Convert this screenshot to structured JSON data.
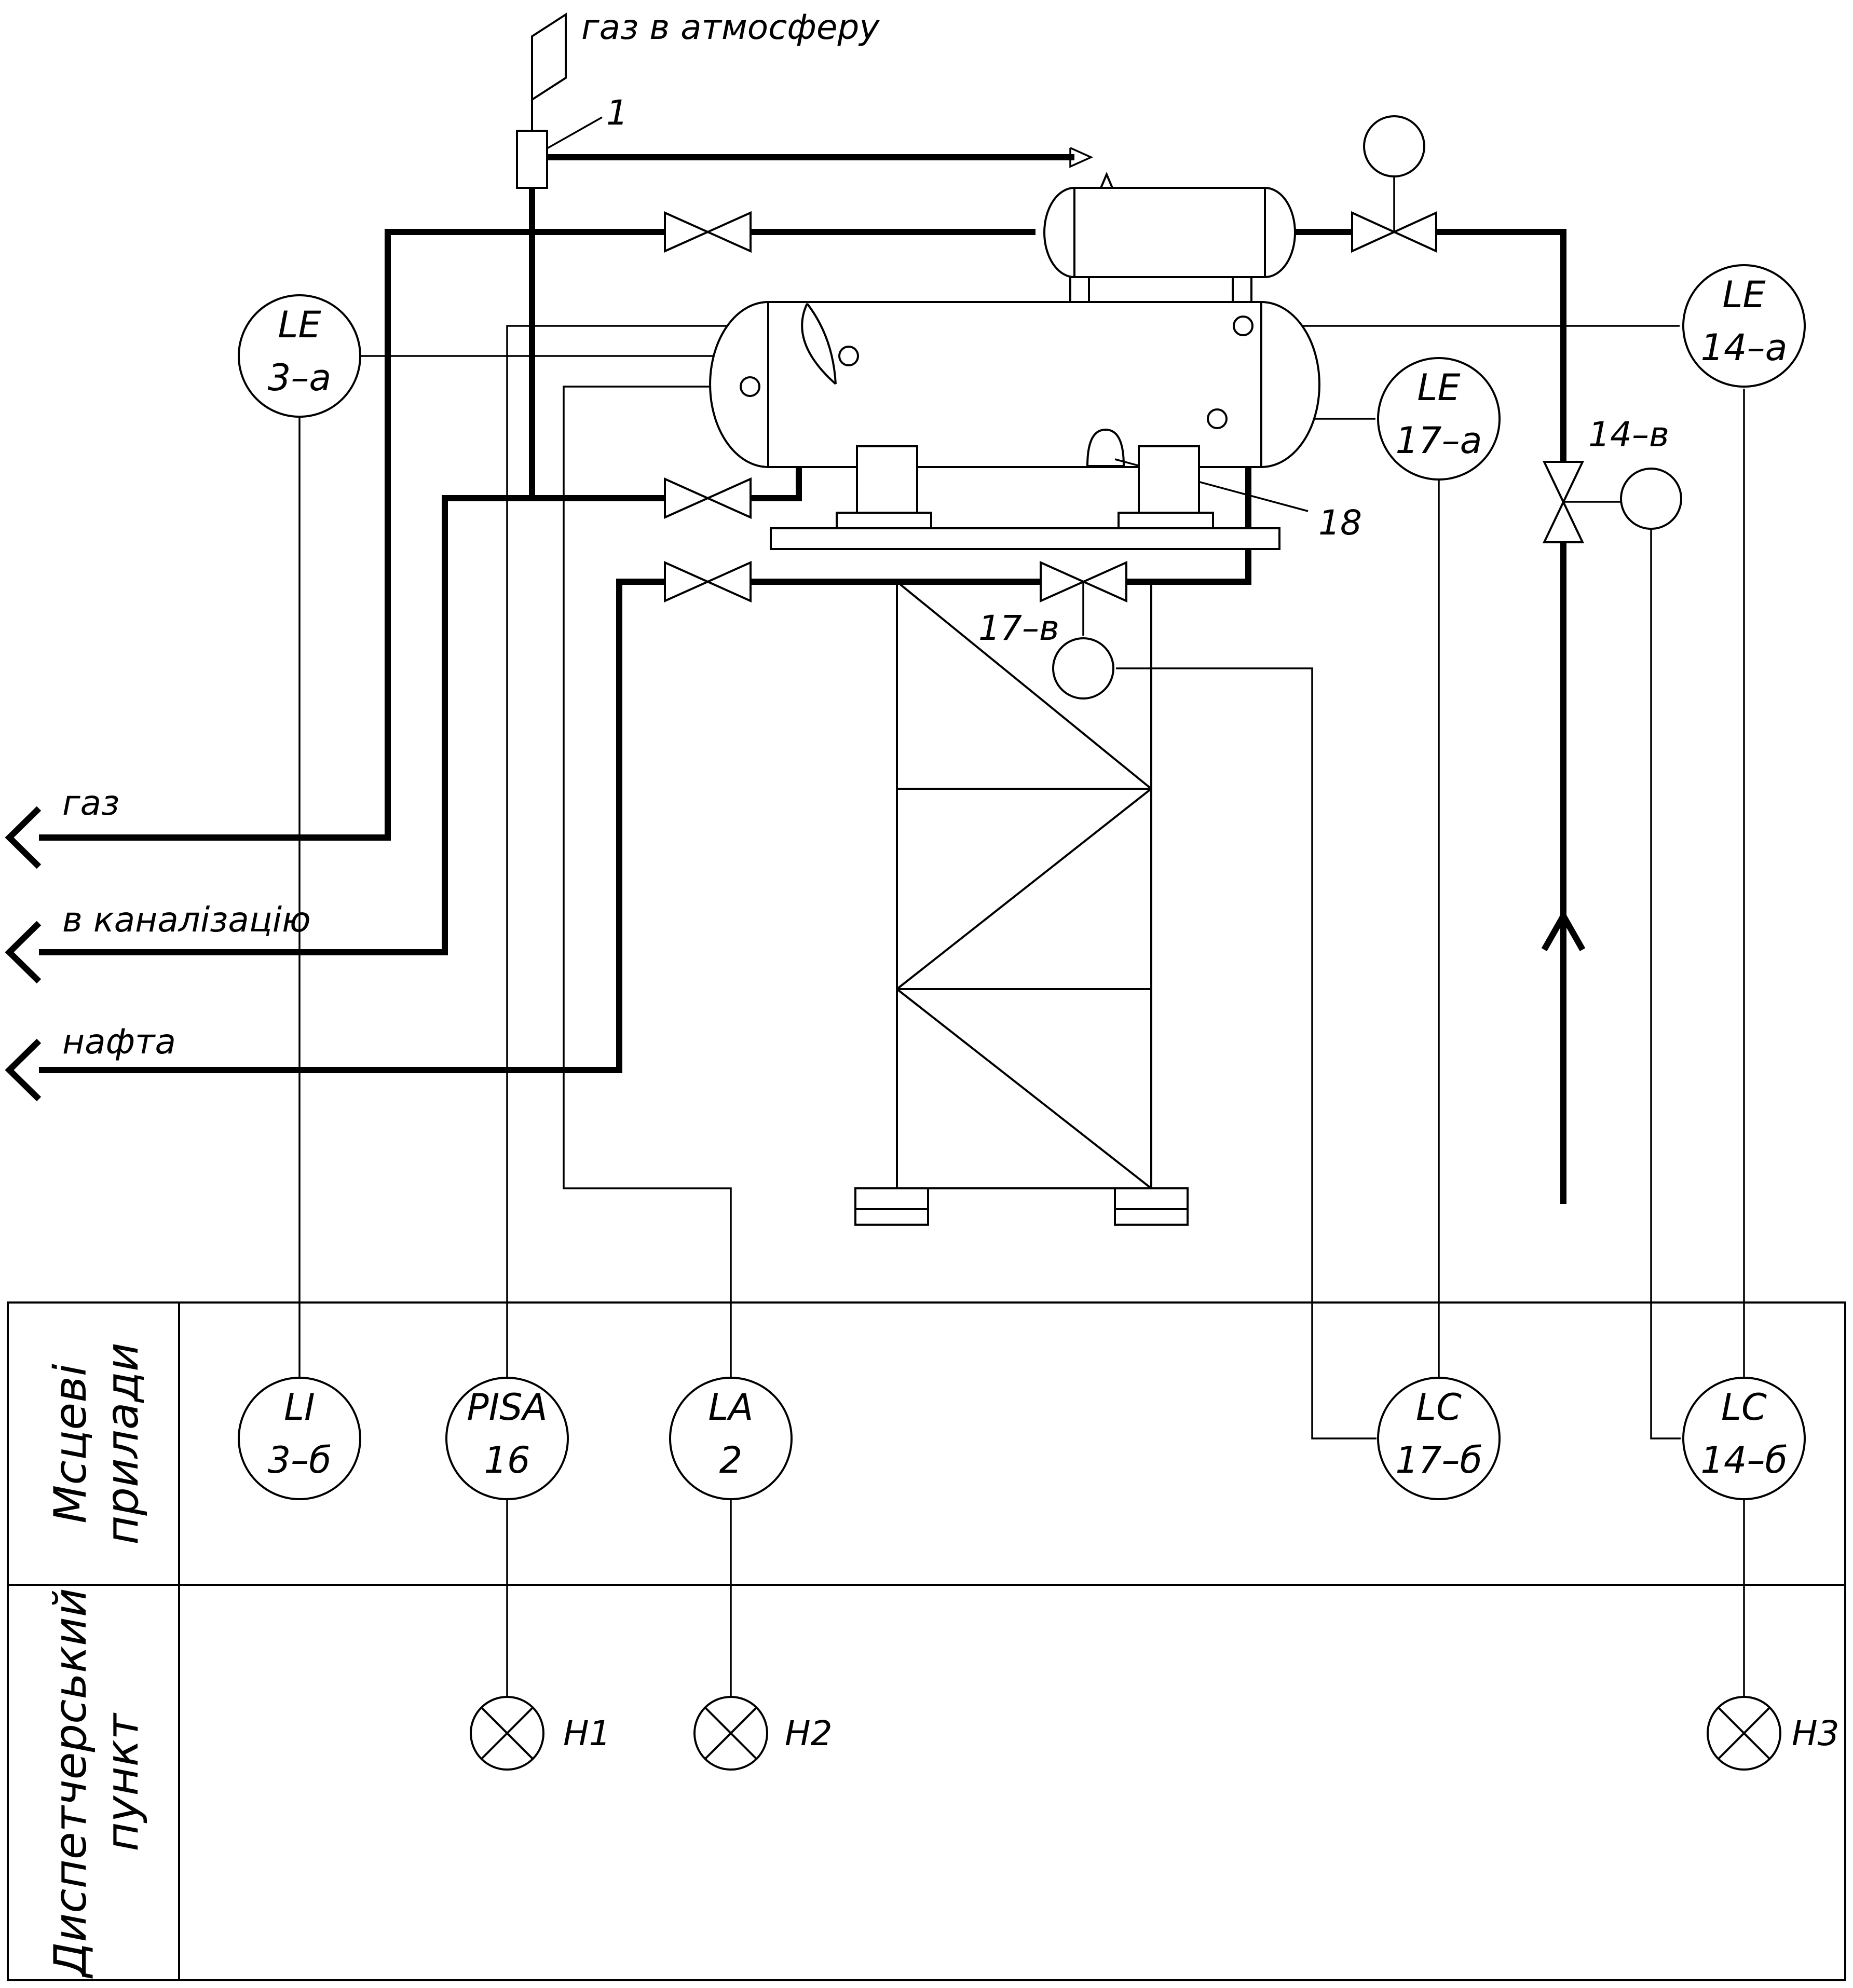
{
  "flows": {
    "gas_to_atmosphere": "газ в атмосферу",
    "gas": "газ",
    "to_sewer": "в каналізацію",
    "oil": "нафта"
  },
  "callouts": {
    "item_1": "1",
    "item_18": "18",
    "valve_14v": "14–в",
    "valve_17v": "17–в"
  },
  "field_instruments": [
    {
      "code": "LE",
      "number": "3–а"
    },
    {
      "code": "LE",
      "number": "17–а"
    },
    {
      "code": "LE",
      "number": "14–а"
    }
  ],
  "panel": {
    "rows": [
      {
        "title_line1": "Мсцеві",
        "title_line2": "прилади"
      },
      {
        "title_line1": "Диспетчерський",
        "title_line2": "пункт"
      }
    ],
    "instruments": [
      {
        "code": "LI",
        "number": "3–б"
      },
      {
        "code": "PISA",
        "number": "16"
      },
      {
        "code": "LA",
        "number": "2"
      },
      {
        "code": "LC",
        "number": "17–б"
      },
      {
        "code": "LC",
        "number": "14–б"
      }
    ],
    "lamps": [
      {
        "label": "H1"
      },
      {
        "label": "H2"
      },
      {
        "label": "H3"
      }
    ]
  }
}
